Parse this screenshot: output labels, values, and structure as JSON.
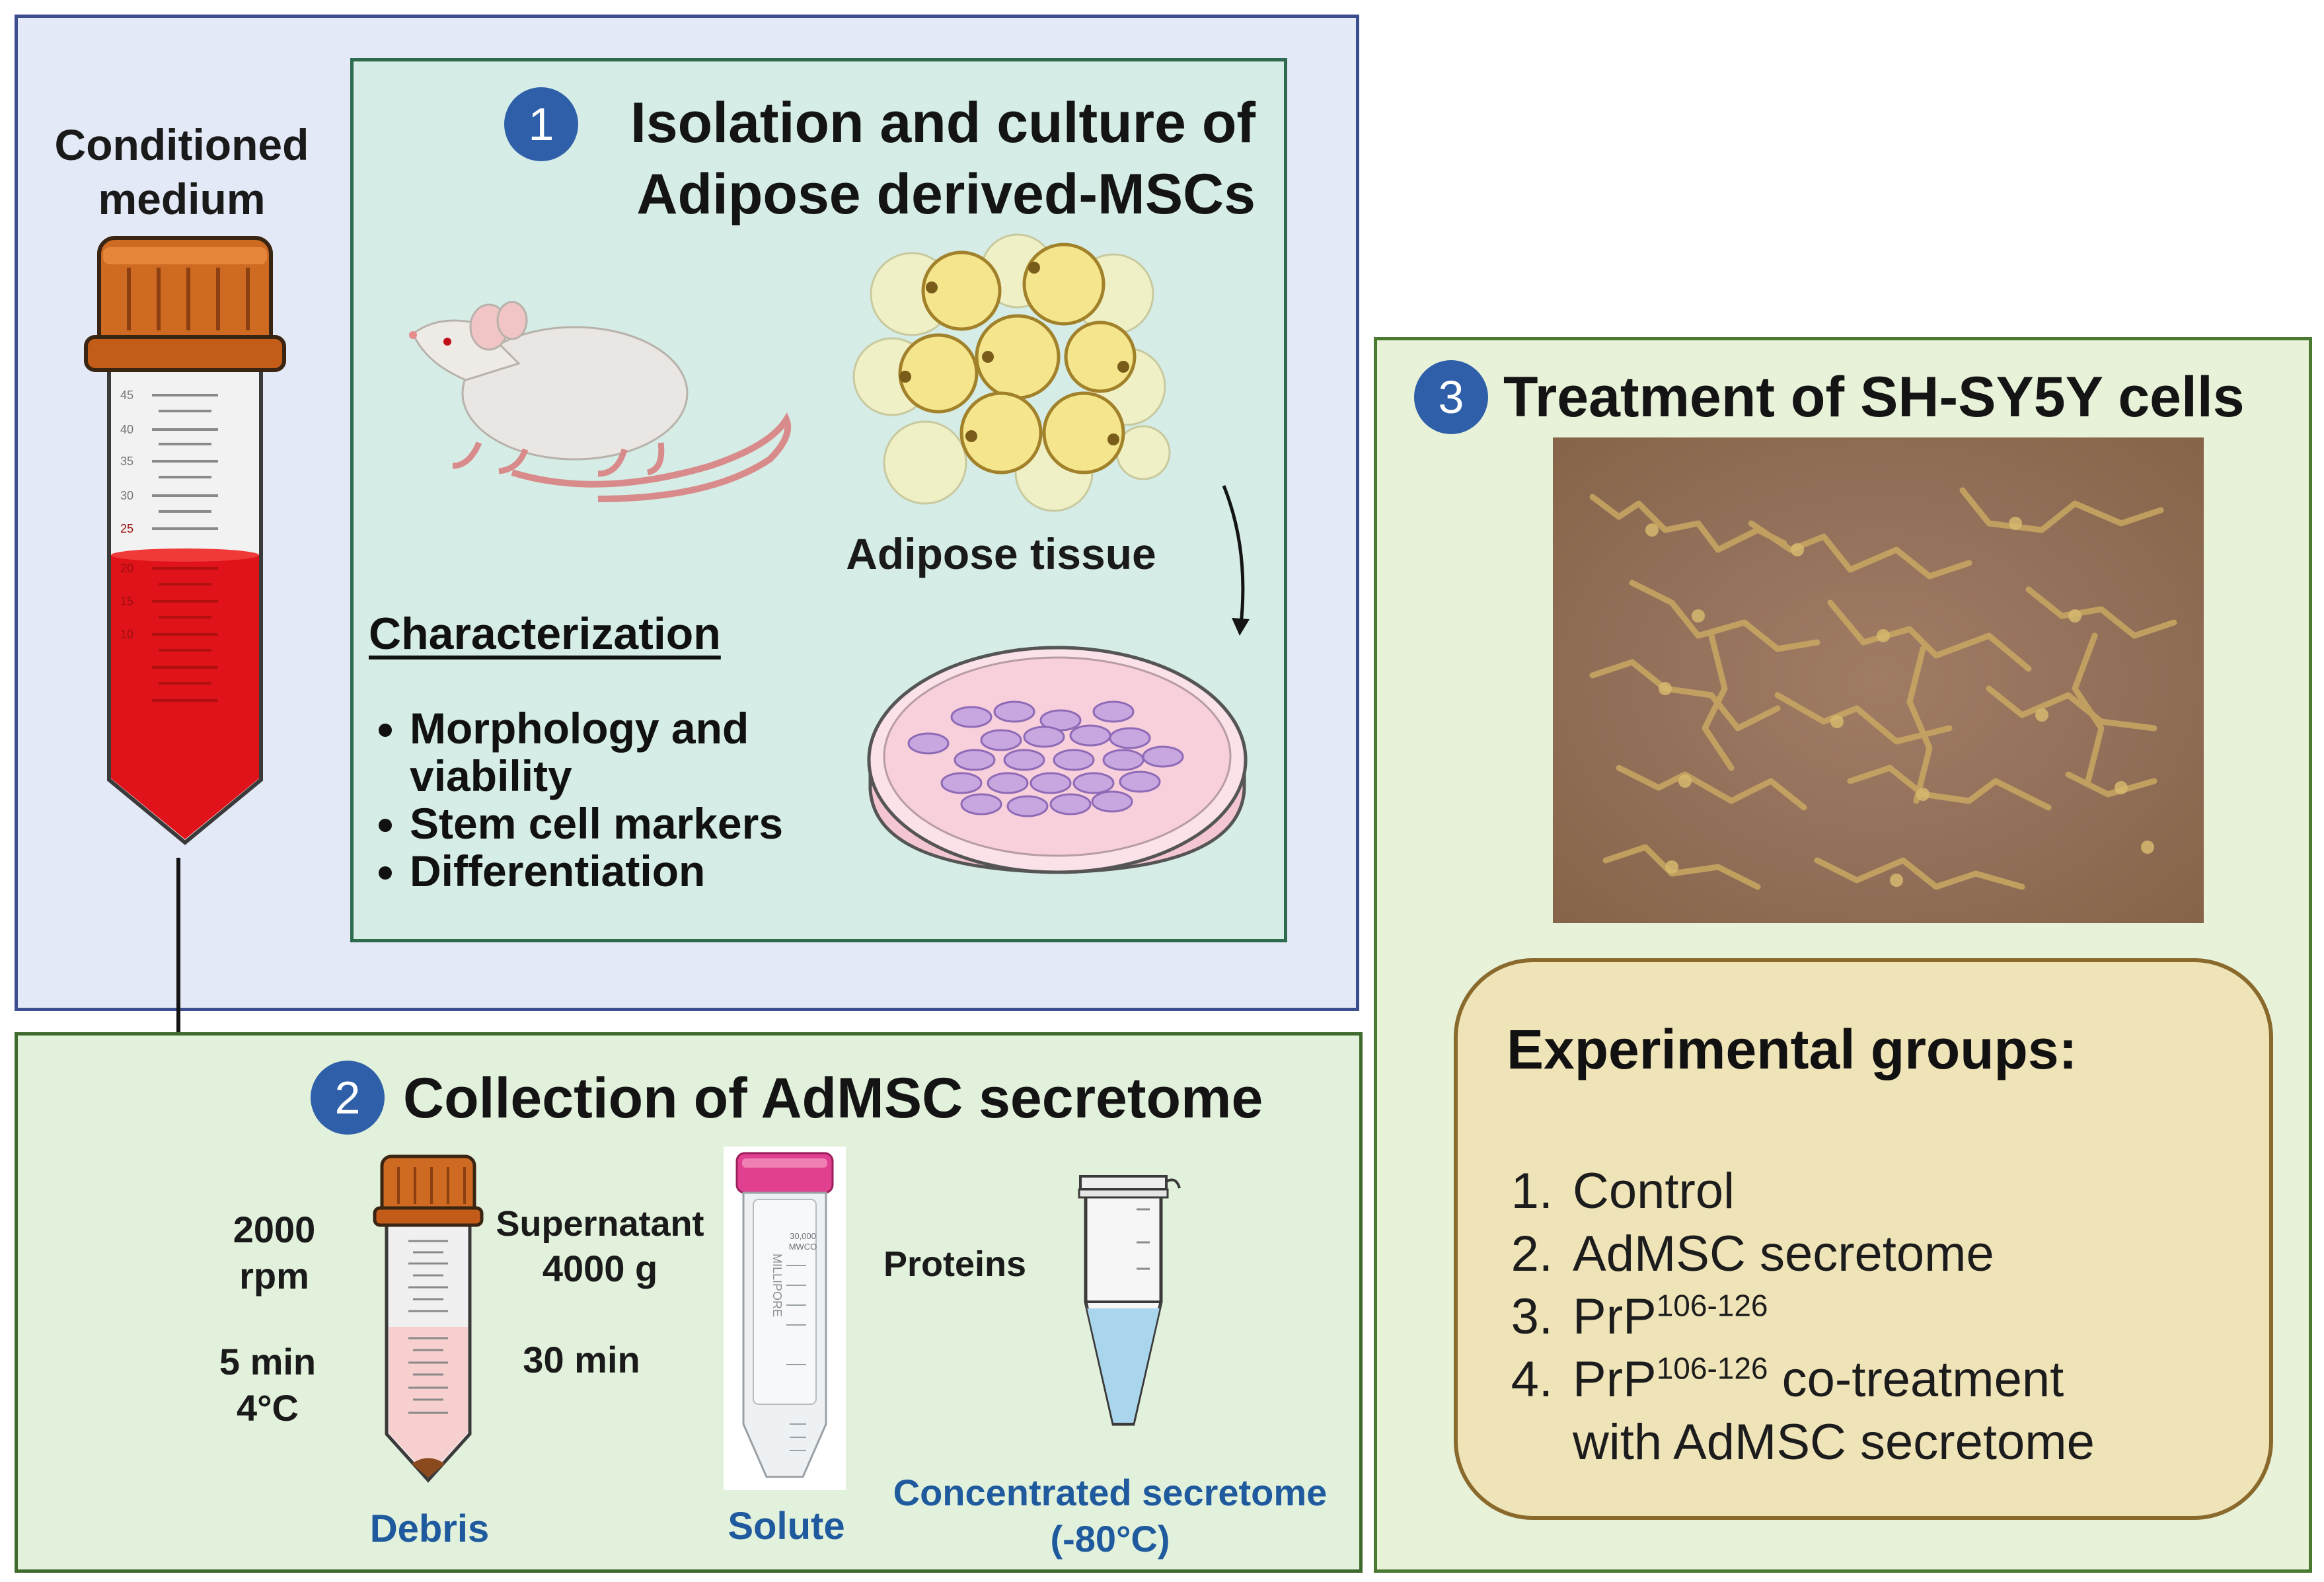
{
  "colors": {
    "panel1_bg": "#e4e9f7",
    "panel1_border": "#3b4f8e",
    "inner1_bg": "#d5ede6",
    "inner1_border": "#2e6a4e",
    "panel2_bg": "#e2f1db",
    "panel2_border": "#3e6a2d",
    "panel3_bg": "#e8f2d9",
    "panel3_border": "#4a7a32",
    "groups_bg": "#efe3b8",
    "groups_border": "#8a6a2c",
    "badge": "#2f5fa9",
    "tube_cap": "#cf6a22",
    "medium_red": "#e0121a",
    "blue_text": "#1f5a9e"
  },
  "conditioned_medium": {
    "label_line1": "Conditioned",
    "label_line2": "medium"
  },
  "section1": {
    "badge": "1",
    "title_line1": "Isolation and culture of",
    "title_line2": "Adipose derived-MSCs",
    "adipose_label": "Adipose tissue",
    "characterization_heading": "Characterization",
    "characterization_items": [
      "Morphology and viability",
      "Stem cell markers",
      "Differentiation"
    ],
    "tube_ticks": [
      "45",
      "40",
      "35",
      "30",
      "25",
      "20",
      "15",
      "10"
    ]
  },
  "section2": {
    "badge": "2",
    "title": "Collection of AdMSC secretome",
    "step1_top_line1": "2000",
    "step1_top_line2": "rpm",
    "step1_bottom_line1": "5 min",
    "step1_bottom_line2": "4°C",
    "debris_label": "Debris",
    "step2_top_line1": "Supernatant",
    "step2_top_line2": "4000 g",
    "step2_bottom": "30 min",
    "solute_label": "Solute",
    "step3_top": "Proteins",
    "concentrated_line1": "Concentrated secretome",
    "concentrated_line2": "(-80°C)",
    "filter_brand": "MILLIPORE",
    "filter_mwco_line1": "30,000",
    "filter_mwco_line2": "MWCO"
  },
  "section3": {
    "badge": "3",
    "title": "Treatment of SH-SY5Y cells",
    "groups_heading": "Experimental groups:",
    "groups": [
      {
        "num": "1.",
        "text": "Control",
        "sup": "",
        "after": ""
      },
      {
        "num": "2.",
        "text": "AdMSC secretome",
        "sup": "",
        "after": ""
      },
      {
        "num": "3.",
        "text": "PrP",
        "sup": "106-126",
        "after": ""
      },
      {
        "num": "4.",
        "text": "PrP",
        "sup": "106-126",
        "after": " co-treatment"
      }
    ],
    "group4_line2": "with AdMSC secretome"
  }
}
